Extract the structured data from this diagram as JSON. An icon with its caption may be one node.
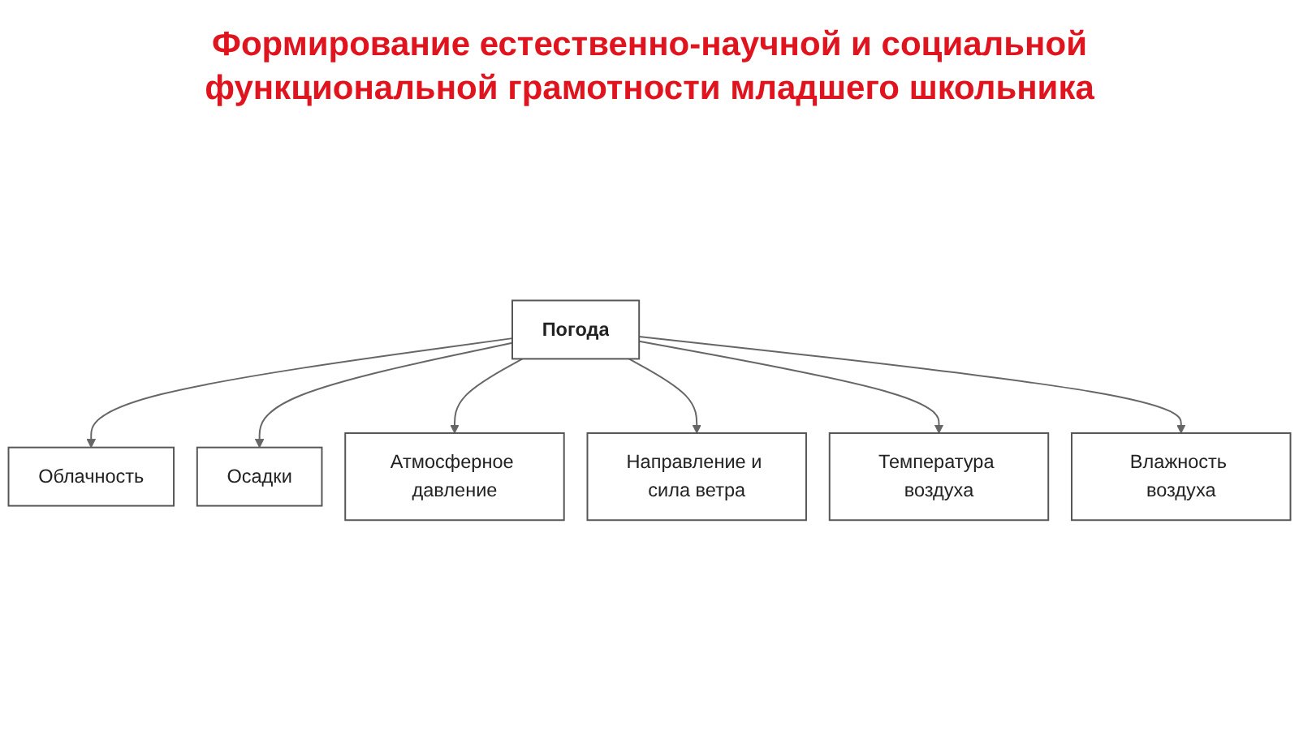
{
  "diagram": {
    "title": "Формирование естественно-научной и социальной функциональной грамотности младшего школьника",
    "nodes": [
      {
        "text": [
          "Облачность"
        ]
      },
      {
        "text": [
          "Погода"
        ]
      },
      {
        "text": [
          "Осадки"
        ]
      },
      {
        "text": [
          "Атмосферное давление"
        ]
      },
      {
        "text": [
          "Направление и сила ветра"
        ]
      },
      {
        "text": [
          "Температура воздуха"
        ]
      },
      {
        "text": [
          "Влажность воздуха"
        ]
      }
    ],
    "edges": [
      {
        "from": 1,
        "to": 0,
        "arrow": "to"
      },
      {
        "from": 1,
        "to": 2,
        "arrow": "to"
      },
      {
        "from": 1,
        "to": 3,
        "arrow": "to"
      },
      {
        "from": 1,
        "to": 4,
        "arrow": "to"
      },
      {
        "from": 1,
        "to": 5,
        "arrow": "to"
      },
      {
        "from": 1,
        "to": 6,
        "arrow": "to"
      }
    ]
  }
}
